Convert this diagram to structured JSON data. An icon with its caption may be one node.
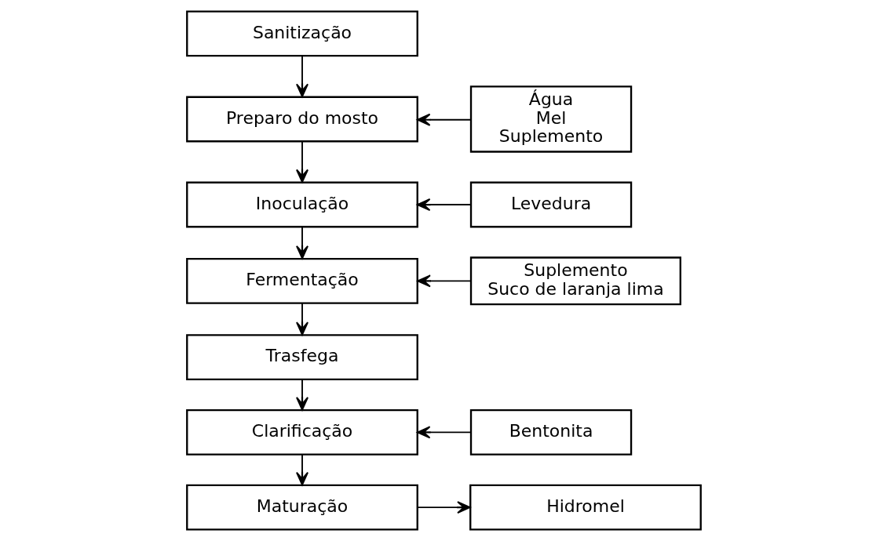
{
  "diagram": {
    "nodes": [
      {
        "text": [
          "Sanitização"
        ]
      },
      {
        "text": [
          "Água",
          "Mel",
          "Suplemento"
        ]
      },
      {
        "text": [
          "Preparo do mosto"
        ]
      },
      {
        "text": [
          "Levedura"
        ]
      },
      {
        "text": [
          "Inoculação"
        ]
      },
      {
        "text": [
          "Suplemento",
          "Suco de laranja lima"
        ]
      },
      {
        "text": [
          "Fermentação"
        ]
      },
      {
        "text": [
          "Trasfega"
        ]
      },
      {
        "text": [
          "Bentonita"
        ]
      },
      {
        "text": [
          "Clarificação"
        ]
      },
      {
        "text": [
          "Maturação"
        ]
      },
      {
        "text": [
          "Hidromel"
        ]
      }
    ],
    "edges": [
      {
        "from": 0,
        "to": 2,
        "arrow": "to"
      },
      {
        "from": 1,
        "to": 2,
        "arrow": "to"
      },
      {
        "from": 2,
        "to": 4,
        "arrow": "to"
      },
      {
        "from": 3,
        "to": 4,
        "arrow": "to"
      },
      {
        "from": 4,
        "to": 6,
        "arrow": "to"
      },
      {
        "from": 5,
        "to": 6,
        "arrow": "to"
      },
      {
        "from": 6,
        "to": 7,
        "arrow": "to"
      },
      {
        "from": 7,
        "to": 9,
        "arrow": "to"
      },
      {
        "from": 8,
        "to": 9,
        "arrow": "to"
      },
      {
        "from": 9,
        "to": 10,
        "arrow": "to"
      },
      {
        "from": 10,
        "to": 11,
        "arrow": "to"
      }
    ]
  }
}
